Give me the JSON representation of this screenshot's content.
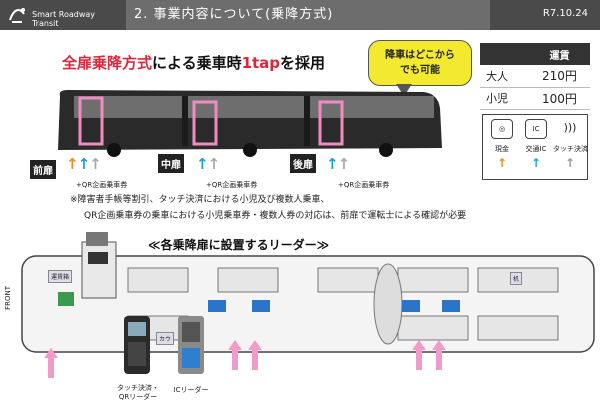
{
  "header": {
    "logo_text": "Smart Roadway Transit",
    "section_title": "2. 事業内容について(乗降方式)",
    "date": "R7.10.24"
  },
  "headline": {
    "part_red": "全扉乗降方式",
    "part_mid": "による乗車時",
    "part_red2": "1tap",
    "part_end": "を採用"
  },
  "bubble": {
    "line1": "降車はどこから",
    "line2": "でも可能"
  },
  "fare": {
    "header": "運賃",
    "rows": [
      {
        "label": "大人",
        "value": "210円"
      },
      {
        "label": "小児",
        "value": "100円"
      }
    ]
  },
  "legend": {
    "items": [
      {
        "icon": "cash-icon",
        "label": "現金",
        "color": "#f08a1c"
      },
      {
        "icon": "ic-card-icon",
        "label": "交通IC",
        "color": "#1fa0dc",
        "icon_text": "IC"
      },
      {
        "icon": "touch-pay-icon",
        "label": "タッチ決済",
        "color": "#888888"
      }
    ]
  },
  "doors": {
    "front": {
      "label": "前扉",
      "qr": "+QR企画乗車券"
    },
    "middle": {
      "label": "中扉",
      "qr": "+QR企画乗車券"
    },
    "rear": {
      "label": "後扉",
      "qr": "+QR企画乗車券"
    }
  },
  "notes": {
    "line1": "※障害者手帳等割引、タッチ決済における小児及び複数人乗車、",
    "line2": "QR企画乗車券の乗車における小児乗車券・複数人券の対応は、前扉で運転士による確認が必要"
  },
  "readers_title": "≪各乗降扉に設置するリーダー≫",
  "floor": {
    "front_label": "FRONT",
    "fare_box_label": "運賃箱",
    "counter_label": "カウ",
    "seat_label": "机"
  },
  "devices": {
    "touch": {
      "line1": "タッチ決済・",
      "line2": "QRリーダー"
    },
    "ic": {
      "line1": "ICリーダー"
    }
  },
  "colors": {
    "accent_red": "#e0253a",
    "bubble_yellow": "#f3ea2f",
    "pink": "#f29bc8",
    "header_gray": "#4a4a4a"
  }
}
